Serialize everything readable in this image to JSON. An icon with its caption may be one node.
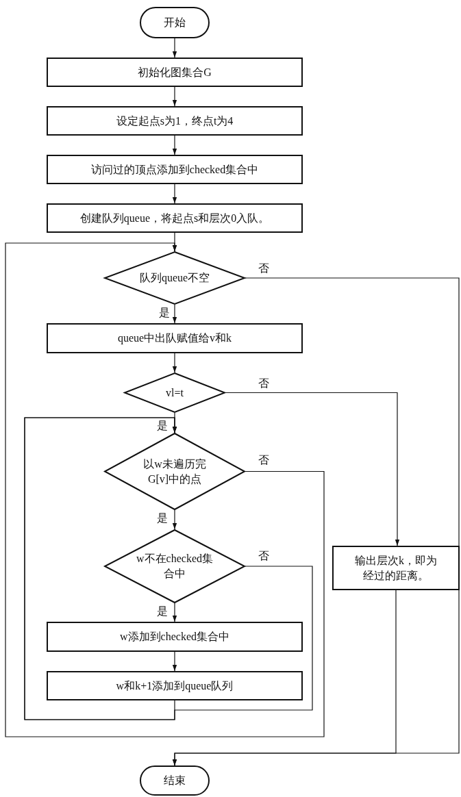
{
  "diagram": {
    "nodes": [
      {
        "text": [
          "开始"
        ]
      },
      {
        "text": [
          "初始化图集合G"
        ]
      },
      {
        "text": [
          "设定起点s为1，终点t为4"
        ]
      },
      {
        "text": [
          "访问过的顶点添加到checked集合中"
        ]
      },
      {
        "text": [
          "创建队列queue，将起点s和层次0入队。"
        ]
      },
      {
        "text": [
          "队列queue不空"
        ]
      },
      {
        "text": [
          "queue中出队赋值给v和k"
        ]
      },
      {
        "text": [
          "vl=t"
        ]
      },
      {
        "text": [
          "以w未遍历完G[v]中的点"
        ]
      },
      {
        "text": [
          "w不在checked集合中"
        ]
      },
      {
        "text": [
          "w添加到checked集合中"
        ]
      },
      {
        "text": [
          "w和k+1添加到queue队列"
        ]
      },
      {
        "text": [
          "输出层次k，即为经过的距离。"
        ]
      },
      {
        "text": [
          "结束"
        ]
      }
    ],
    "edges": [
      {
        "from": 0,
        "to": 1,
        "arrow": "to"
      },
      {
        "from": 1,
        "to": 2,
        "arrow": "to"
      },
      {
        "from": 2,
        "to": 3,
        "arrow": "to"
      },
      {
        "from": 3,
        "to": 4,
        "arrow": "to"
      },
      {
        "from": 4,
        "to": 5,
        "arrow": "to"
      },
      {
        "from": 5,
        "to": 6,
        "arrow": "to",
        "label": "是"
      },
      {
        "from": 5,
        "to": 13,
        "arrow": "to",
        "label": "否"
      },
      {
        "from": 6,
        "to": 7,
        "arrow": "to"
      },
      {
        "from": 7,
        "to": 8,
        "arrow": "to",
        "label": "是"
      },
      {
        "from": 7,
        "to": 12,
        "arrow": "to",
        "label": "否"
      },
      {
        "from": 8,
        "to": 9,
        "arrow": "to",
        "label": "是"
      },
      {
        "from": 8,
        "to": 5,
        "arrow": "to",
        "label": "否"
      },
      {
        "from": 9,
        "to": 10,
        "arrow": "to",
        "label": "是"
      },
      {
        "from": 9,
        "to": 8,
        "arrow": "to",
        "label": "否"
      },
      {
        "from": 10,
        "to": 11,
        "arrow": "to"
      },
      {
        "from": 11,
        "to": 8,
        "arrow": "to"
      },
      {
        "from": 12,
        "to": 13,
        "arrow": "to"
      }
    ]
  }
}
